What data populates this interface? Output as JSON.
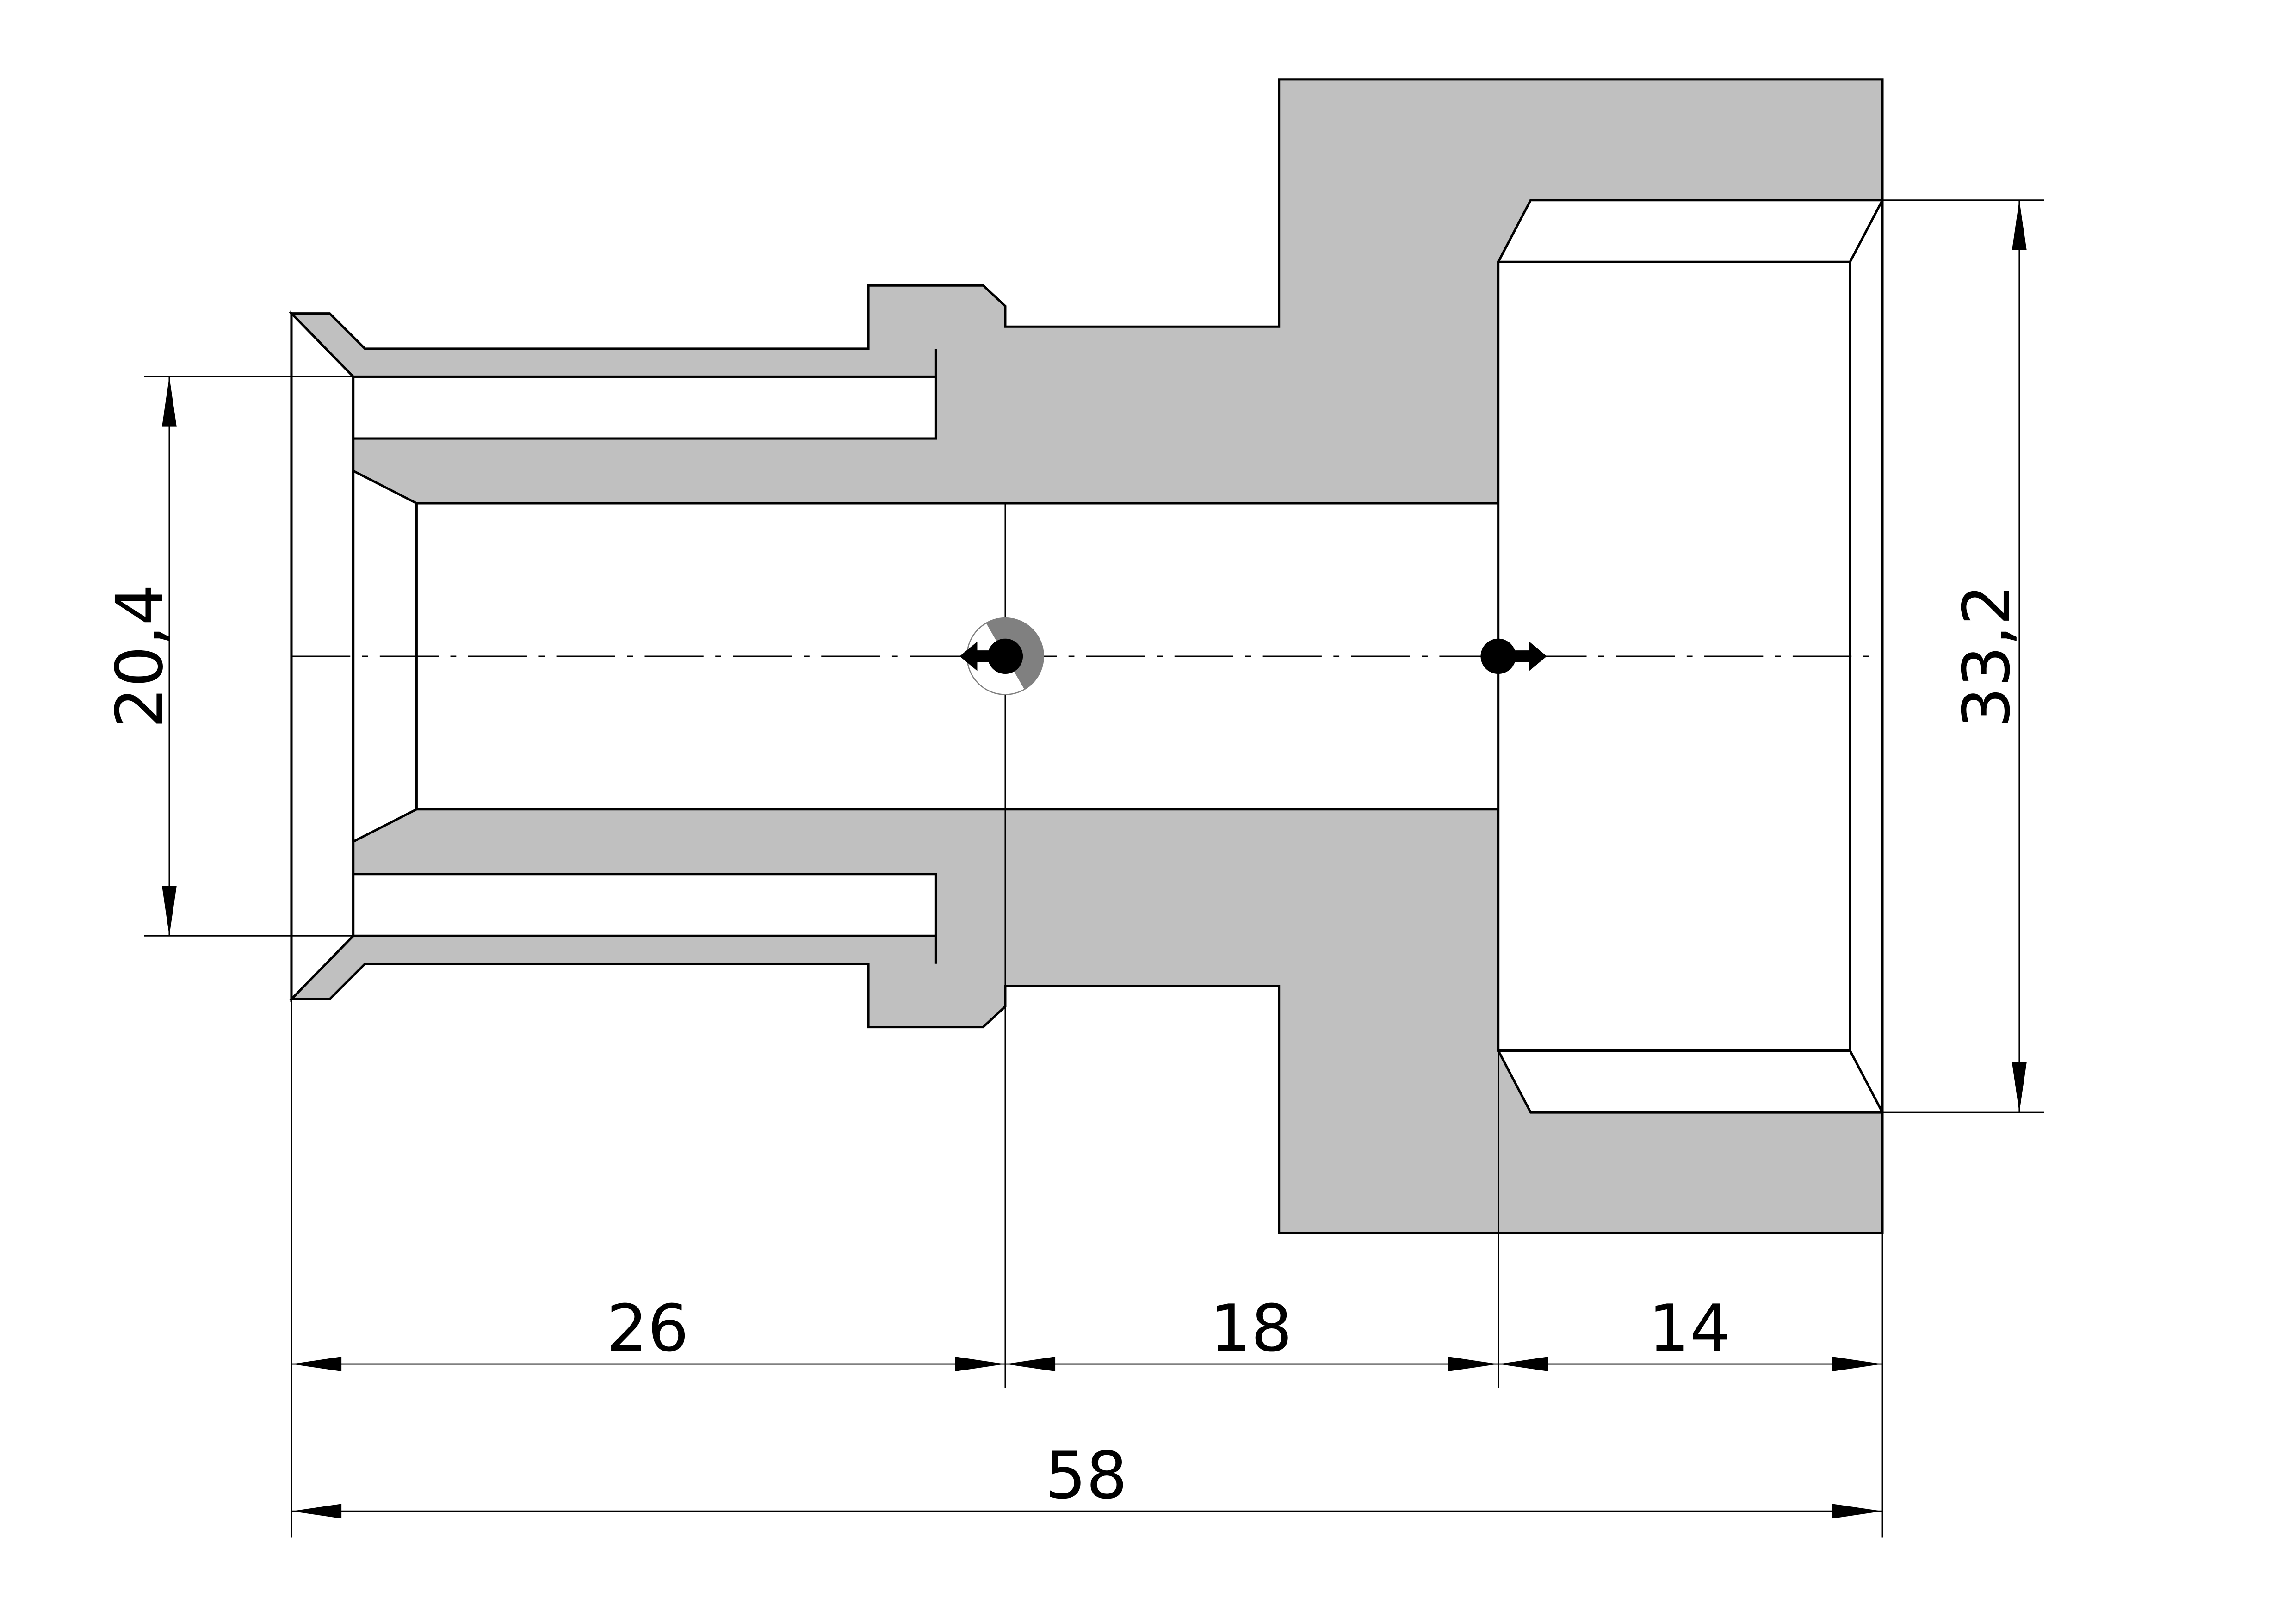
{
  "colors": {
    "body": "#c0c0c0",
    "line": "#000000",
    "background": "#ffffff",
    "marker": "#808080"
  },
  "dimensions": {
    "inner_diameter": "20,4",
    "thread_diameter": "33,2",
    "segment_1": "26",
    "segment_2": "18",
    "segment_3": "14",
    "total_length": "58"
  }
}
